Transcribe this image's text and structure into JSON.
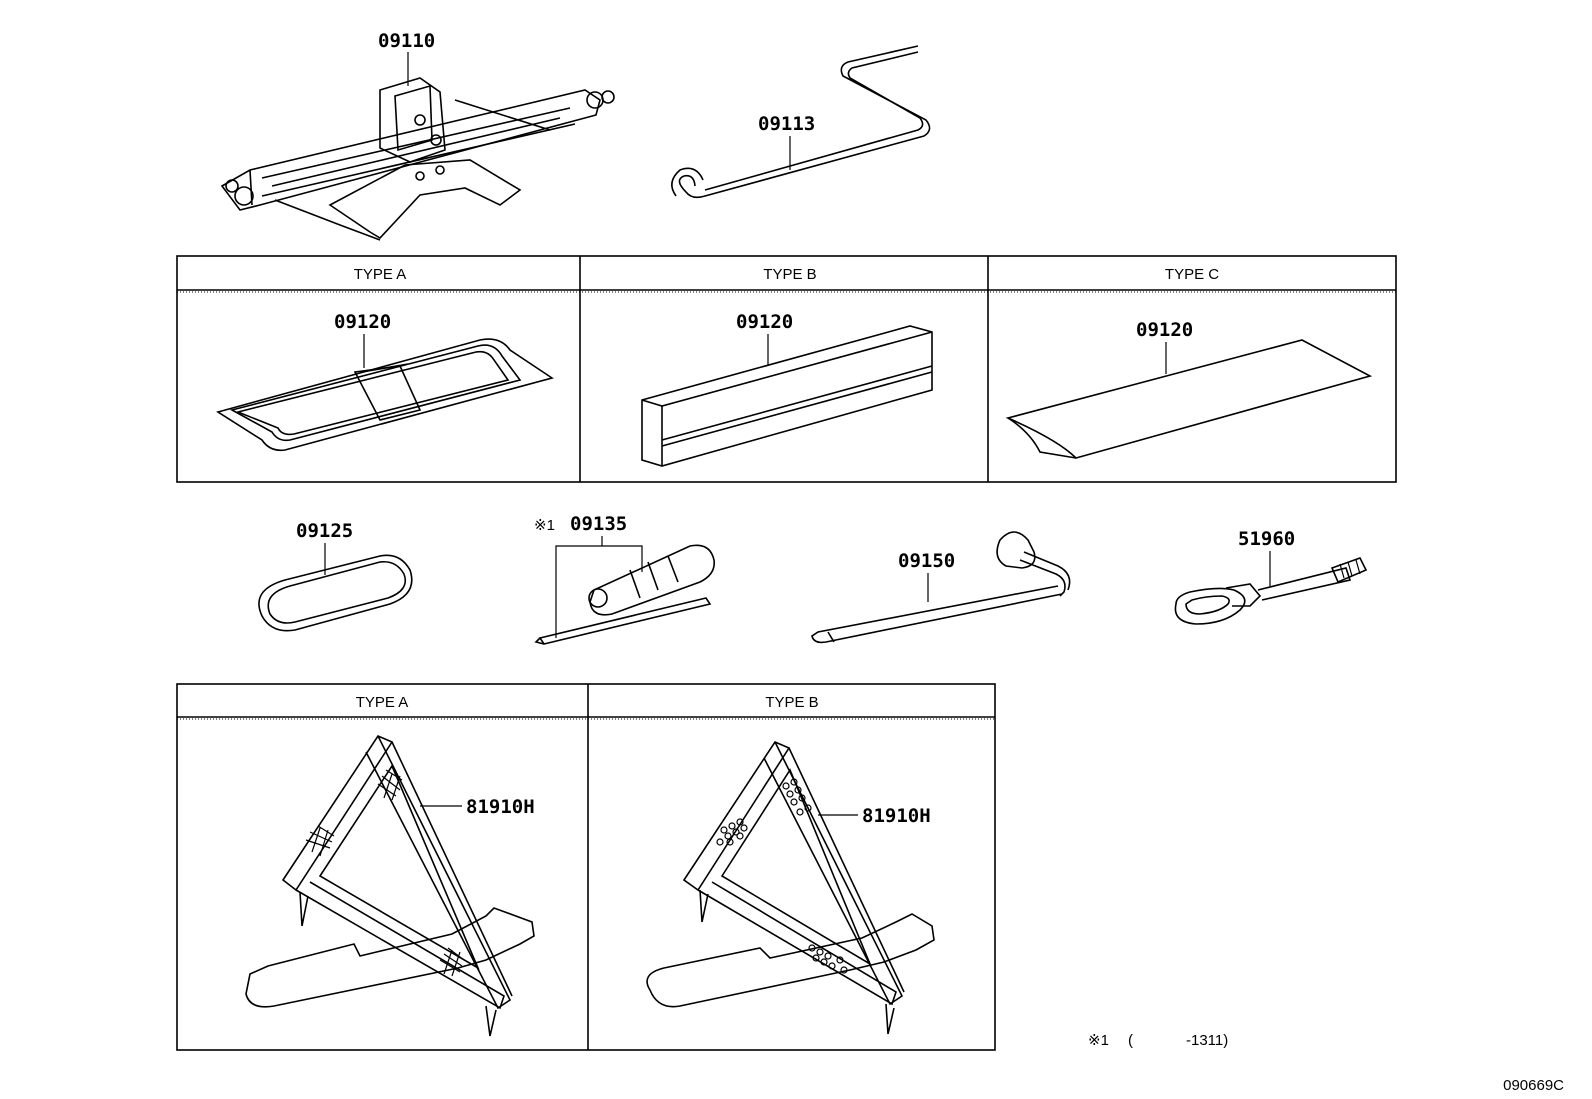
{
  "parts": {
    "jack": "09110",
    "jack_handle": "09113",
    "tool_bag_a": "09120",
    "tool_bag_b": "09120",
    "tool_bag_c": "09120",
    "band": "09125",
    "screwdriver_ref": "※1",
    "screwdriver": "09135",
    "wheel_wrench": "09150",
    "towing_eye": "51960",
    "triangle_a": "81910H",
    "triangle_b": "81910H"
  },
  "panels": {
    "bag_type_a": "TYPE A",
    "bag_type_b": "TYPE B",
    "bag_type_c": "TYPE C",
    "tri_type_a": "TYPE A",
    "tri_type_b": "TYPE B"
  },
  "footnote": {
    "mark": "※1",
    "open": "(",
    "range": "-1311)"
  },
  "diagram_code": "090669C"
}
